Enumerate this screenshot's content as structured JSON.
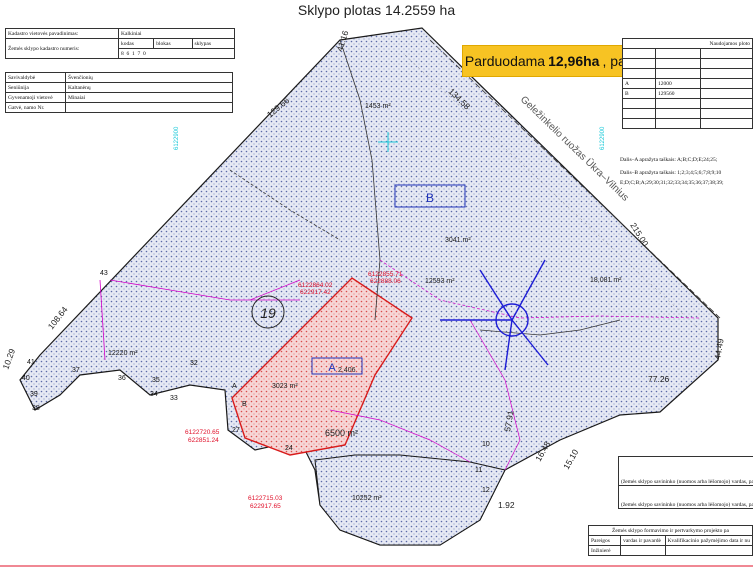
{
  "title": "Sklypo plotas 14.2559 ha",
  "banner": {
    "prefix": "Parduodama",
    "area": "12,96ha",
    "suffix": ", pažymėta mėlynai"
  },
  "top_left_table": {
    "r1": [
      "Kadastro vietovės pavadinimas:",
      "Kalkiniai"
    ],
    "r2": [
      "Žemės sklypo kadastro numeris:",
      "kodas",
      "blokas",
      "sklypas"
    ],
    "r3": [
      "8",
      "6",
      "1",
      "7",
      "0"
    ]
  },
  "address_table": [
    [
      "Savivaldybė",
      "Švenčionių"
    ],
    [
      "Seniūnija",
      "Kaltanėnų"
    ],
    [
      "Gyvenamoji vietovė",
      "Minaiai"
    ],
    [
      "Gatvė, namo Nr.",
      ""
    ]
  ],
  "right_table": {
    "header": "Naudojamos ploto",
    "rows": [
      [
        "A",
        "12000"
      ],
      [
        "B",
        "129560"
      ]
    ]
  },
  "notes": {
    "a": "Dalis–A apražyta taškais: A;B;C;D;E;24;25;",
    "b": "Dalis–B apražyta taškais: 1;2;3;4;5;6;7;8;9;10",
    "c": "E;D;C;B;A;29;30;31;32;33;34;35;36;37;38;39;"
  },
  "bottom_right": {
    "line1": "(žemės sklypo savininko (nuomos arba lėšomojo) vardas, pavardė)",
    "line2": "(žemės sklypo savininko (nuomos arba lėšomojo) vardas, pavardė)",
    "line3": "Žemės sklypo formavimo ir pertvarkymo projekto pa",
    "col1": "Pareigos",
    "col2": "vardas ir pavardė",
    "col3": "Kvalifikacinio pažymėjimo data ir nu",
    "row": "Inžinierė"
  },
  "map": {
    "zone_b": "B",
    "zone_a": "A",
    "zone_a_area": "2,406",
    "rail_label": "Geležinkelio ruožas Ūkra–Vilnius",
    "circle_label": "19",
    "edges": {
      "e1": "41.16",
      "e2": "129.66",
      "e3": "134.58",
      "e4": "215.00",
      "e5": "108.64",
      "e6": "10.29",
      "e7": "44.49",
      "e8": "77.26",
      "e9": "57.91",
      "e10": "16.48",
      "e11": "15.10",
      "e12": "1.92"
    },
    "areas": {
      "a1": "1453 m²",
      "a2": "12593 m²",
      "a3": "3041 m²",
      "a4": "12220 m²",
      "a5": "3023 m²",
      "a6": "6500 m²",
      "a7": "10252 m²",
      "a8": "18,081 m²"
    },
    "points": [
      "41",
      "40",
      "39",
      "38",
      "43",
      "37",
      "36",
      "35",
      "34",
      "33",
      "32",
      "10",
      "11",
      "12",
      "24",
      "27",
      "B",
      "A"
    ],
    "coords_red": {
      "c1": [
        "6122720.65",
        "622851.24"
      ],
      "c2": [
        "6122715.03",
        "622917.65"
      ],
      "c3": [
        "6122864.02",
        "622917.42"
      ],
      "c4": [
        "6122855.71",
        "622888.06"
      ]
    },
    "coords_cyan": {
      "c1": "6122900",
      "c2": "6122900"
    }
  }
}
